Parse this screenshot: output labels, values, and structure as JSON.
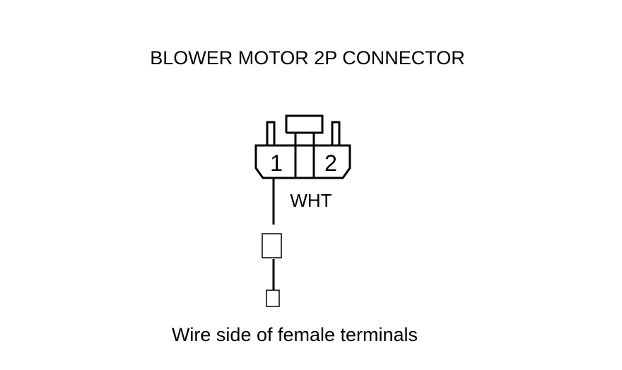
{
  "title": "BLOWER MOTOR 2P CONNECTOR",
  "connector": {
    "pins": [
      "1",
      "2"
    ],
    "wire_color": "WHT"
  },
  "caption": "Wire side of female terminals",
  "colors": {
    "line": "#000000",
    "background": "#ffffff"
  }
}
